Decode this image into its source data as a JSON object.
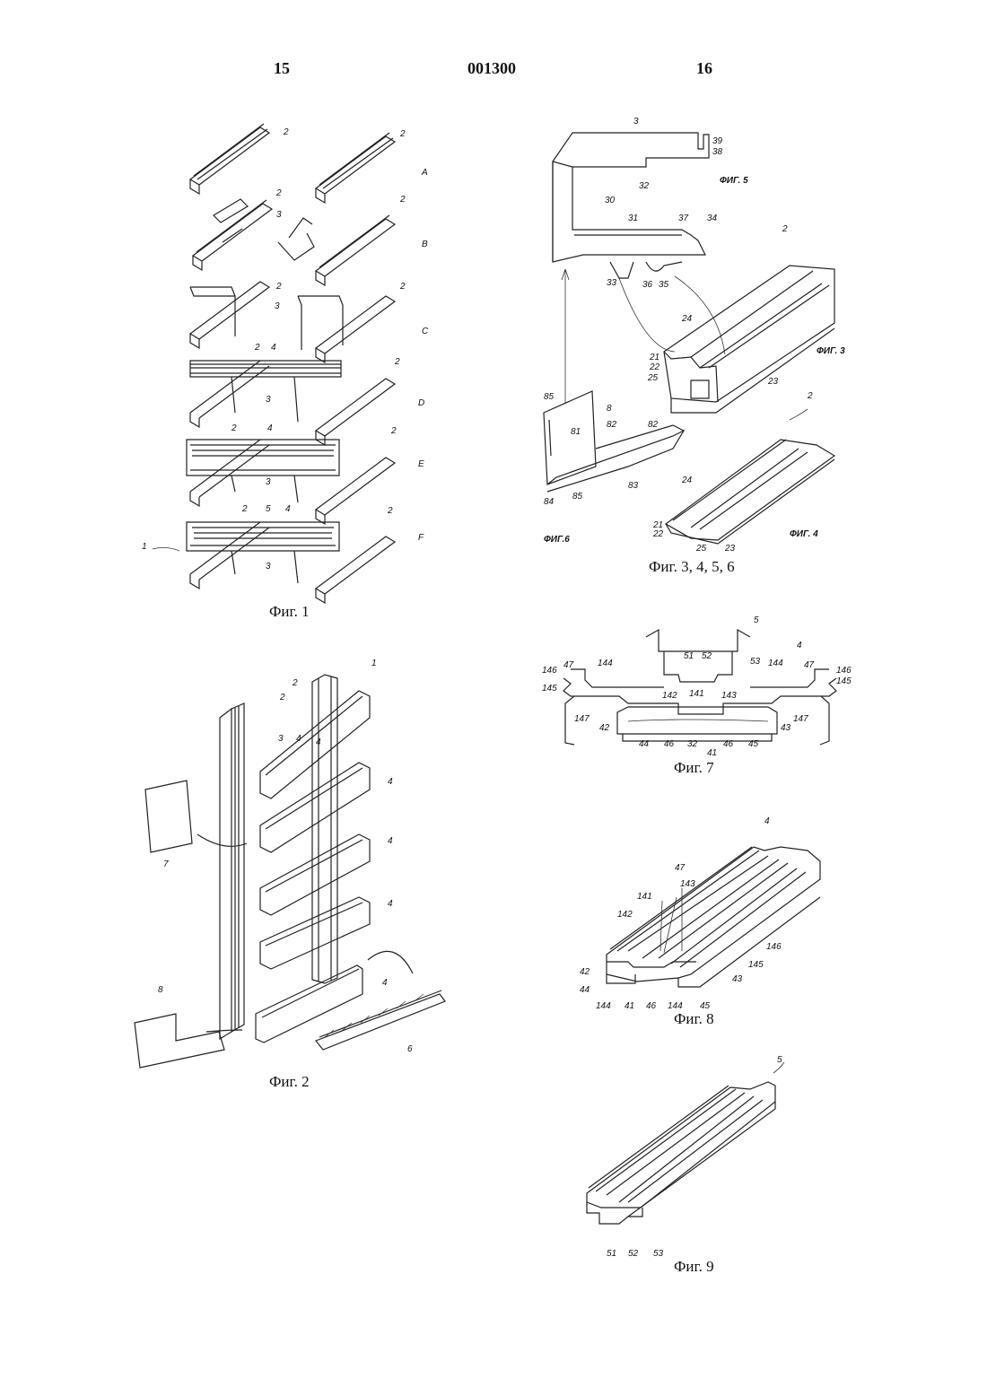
{
  "header": {
    "left_page": "15",
    "doc_number": "001300",
    "right_page": "16"
  },
  "captions": {
    "fig1": "Фиг. 1",
    "fig2": "Фиг. 2",
    "fig3456": "Фиг. 3, 4, 5, 6",
    "fig7": "Фиг. 7",
    "fig8": "Фиг. 8",
    "fig9": "Фиг. 9"
  },
  "inline_labels": {
    "fig5": "ФИГ. 5",
    "fig3": "ФИГ. 3",
    "fig4": "ФИГ. 4",
    "fig6": "ФИГ.6"
  },
  "fig1_rows": [
    "A",
    "B",
    "C",
    "D",
    "E",
    "F"
  ],
  "fig1_refs": [
    "2",
    "2",
    "2",
    "2",
    "3",
    "2",
    "3",
    "2",
    "2",
    "4",
    "3",
    "2",
    "2",
    "4",
    "3",
    "2",
    "2",
    "5",
    "4",
    "3",
    "2",
    "1"
  ],
  "fig2_refs": [
    "1",
    "2",
    "2",
    "3",
    "4",
    "4",
    "4",
    "4",
    "4",
    "4",
    "7",
    "8",
    "6"
  ],
  "fig3456_refs": [
    "3",
    "39",
    "38",
    "32",
    "30",
    "31",
    "37",
    "34",
    "33",
    "36",
    "35",
    "2",
    "24",
    "21",
    "22",
    "25",
    "23",
    "85",
    "8",
    "81",
    "82",
    "82",
    "84",
    "85",
    "83",
    "2",
    "24",
    "21",
    "22",
    "25",
    "23"
  ],
  "fig7_refs": [
    "5",
    "4",
    "51",
    "52",
    "53",
    "144",
    "144",
    "47",
    "47",
    "146",
    "146",
    "145",
    "145",
    "141",
    "142",
    "143",
    "147",
    "147",
    "42",
    "43",
    "44",
    "46",
    "32",
    "46",
    "45",
    "41"
  ],
  "fig8_refs": [
    "4",
    "47",
    "143",
    "141",
    "142",
    "146",
    "42",
    "145",
    "44",
    "43",
    "144",
    "41",
    "46",
    "144",
    "45"
  ],
  "fig9_refs": [
    "5",
    "51",
    "52",
    "53"
  ]
}
